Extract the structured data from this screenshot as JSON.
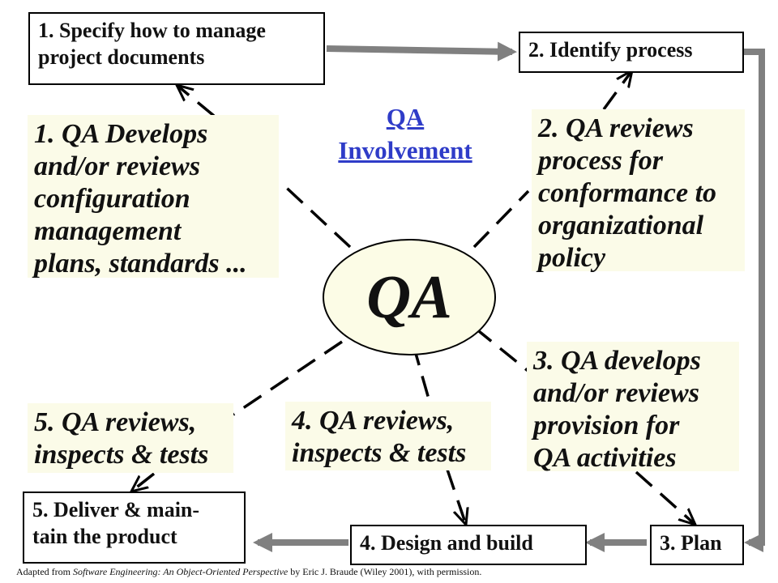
{
  "center_label": "QA",
  "header": {
    "title_line1": "QA",
    "title_line2": "Involvement",
    "title_color": "#2f3cc8"
  },
  "steps": {
    "s1": {
      "line1": "1. Specify how to manage",
      "line2": "project documents"
    },
    "s2": {
      "label": "2. Identify process"
    },
    "s3": {
      "label": "3. Plan"
    },
    "s4": {
      "label": "4. Design and build"
    },
    "s5": {
      "line1": "5. Deliver & main-",
      "line2": "tain the product"
    }
  },
  "notes": {
    "n1": {
      "lines": [
        "1. QA Develops",
        "and/or reviews",
        "configuration",
        "management",
        "plans, standards ..."
      ]
    },
    "n2": {
      "lines": [
        "2. QA reviews",
        "process for",
        "conformance to",
        "organizational",
        "policy"
      ]
    },
    "n3": {
      "lines": [
        "3. QA develops",
        "and/or reviews",
        "provision for",
        "QA activities"
      ]
    },
    "n4": {
      "lines": [
        "4. QA reviews,",
        "inspects & tests"
      ]
    },
    "n5": {
      "lines": [
        "5. QA reviews,",
        "inspects & tests"
      ]
    }
  },
  "credit": {
    "prefix": "Adapted from ",
    "book_title": "Software Engineering: An Object-Oriented Perspective",
    "suffix": " by Eric J. Braude (Wiley 2001), with permission."
  },
  "colors": {
    "note_background": "#fbfbe8",
    "ellipse_fill": "#fcfce6",
    "flow_arrow": "#808080",
    "link_line": "#000000"
  }
}
